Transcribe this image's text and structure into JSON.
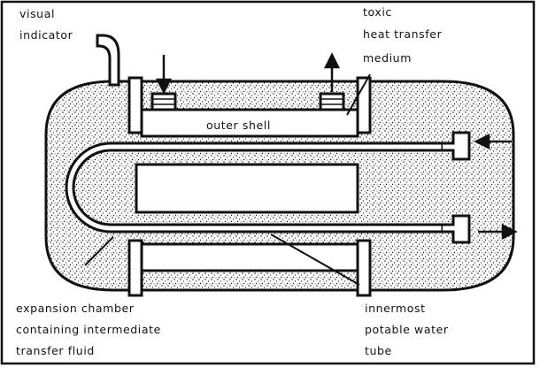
{
  "labels": {
    "visual_indicator": [
      "visual",
      "indicator"
    ],
    "toxic_medium": [
      "toxic",
      "heat transfer",
      "medium"
    ],
    "outer_shell": "outer shell",
    "expansion_chamber": [
      "expansion chamber",
      "containing intermediate",
      "transfer fluid"
    ],
    "innermost_tube": [
      "innermost",
      "potable water",
      "tube"
    ]
  }
}
